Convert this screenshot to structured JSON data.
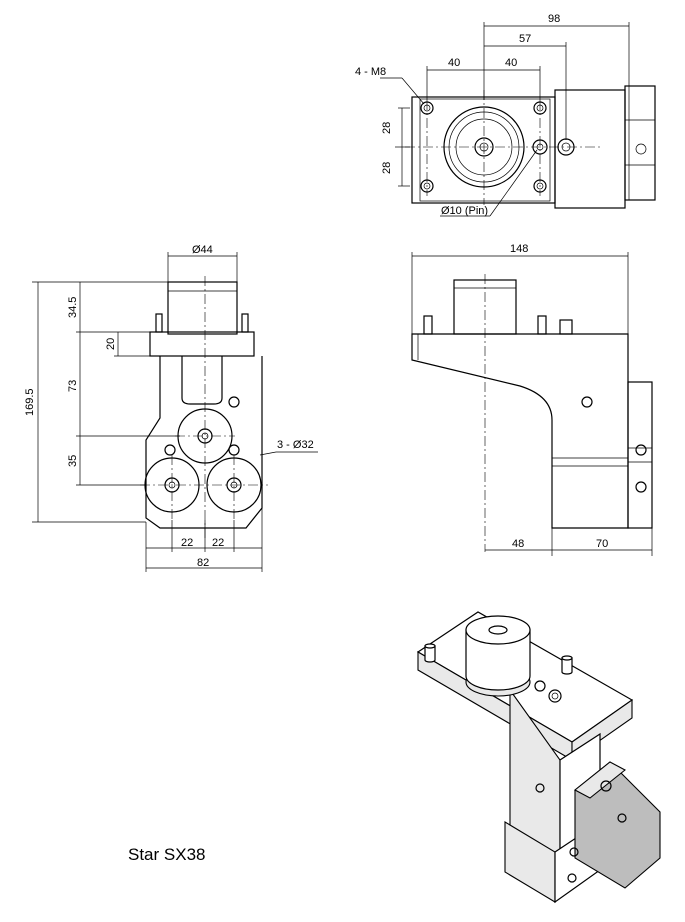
{
  "title": "Star SX38",
  "top_view": {
    "dim_98": "98",
    "dim_57": "57",
    "dim_40a": "40",
    "dim_40b": "40",
    "dim_28a": "28",
    "dim_28b": "28",
    "thread_note": "4 - M8",
    "pin_note": "Ø10 (Pin)"
  },
  "front_view": {
    "dim_dia44": "Ø44",
    "dim_169_5": "169.5",
    "dim_34_5": "34.5",
    "dim_20": "20",
    "dim_73": "73",
    "dim_35": "35",
    "dim_22a": "22",
    "dim_22b": "22",
    "dim_82": "82",
    "hole_note": "3 - Ø32"
  },
  "side_view": {
    "dim_148": "148",
    "dim_48": "48",
    "dim_70": "70"
  }
}
